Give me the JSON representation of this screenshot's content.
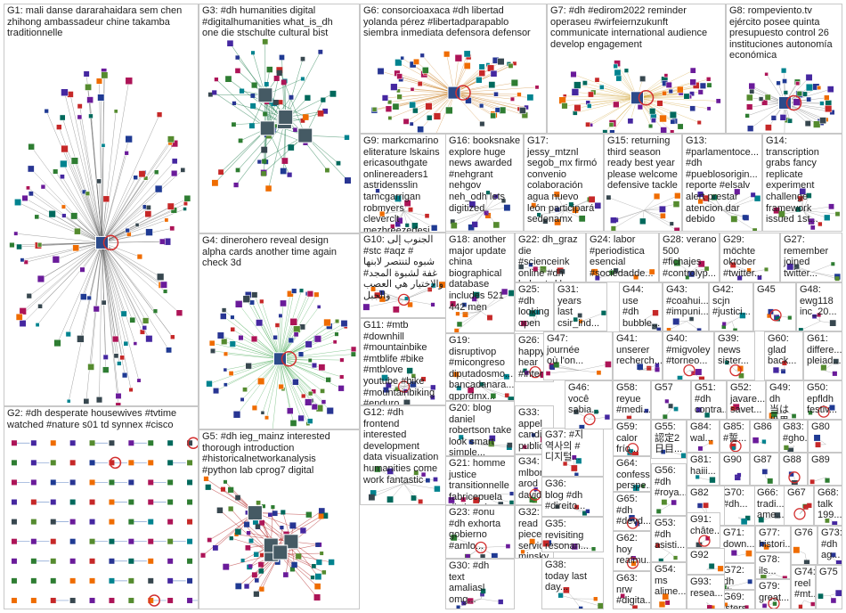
{
  "graph": {
    "groups": [
      {
        "id": "G1",
        "label": "G1: mali danse dararahaidara sem chen\nzhihong ambassadeur chine takamba\ntraditionnelle",
        "kind": "hub",
        "edge": "#555555"
      },
      {
        "id": "G2",
        "label": "G2: #dh desperate housewives #tvtime\nwatched #nature s01 td synnex #cisco",
        "kind": "grid",
        "edge": "#2a5db0"
      },
      {
        "id": "G3",
        "label": "G3: #dh humanities digital\n#digitalhumanities what_is_dh\none die stschulte cultural bist",
        "kind": "cluster",
        "edge": "#1a7a4a"
      },
      {
        "id": "G4",
        "label": "G4: dinerohero reveal design\nalpha cards another time again\ncheck 3d",
        "kind": "hub",
        "edge": "#2e9e3e"
      },
      {
        "id": "G5",
        "label": "G5: #dh ieg_mainz interested\nthorough introduction\n#historicalnetworkanalysis\n#python lab cprog7 digital",
        "kind": "cluster",
        "edge": "#b02020"
      },
      {
        "id": "G6",
        "label": "G6: consorcioaxaca #dh libertad\nyolanda pérez #libertadparapablo\nsiembra inmediata defensora defensor",
        "kind": "hub",
        "edge": "#c87a1a"
      },
      {
        "id": "G7",
        "label": "G7: #dh #edirom2022 reminder\noperaseu #wirfeiernzukunft\ncommunicate international audience\ndevelop engagement",
        "kind": "hub",
        "edge": "#d0a030"
      },
      {
        "id": "G8",
        "label": "G8: rompeviento.tv\nejército posee quinta\npresupuesto control 26\ninstituciones autonomía\neconómica",
        "kind": "hub",
        "edge": "#6a6a6a"
      },
      {
        "id": "G9",
        "label": "G9: markcmarino\neliterature lskains\nericasouthgate\nonlinereaders1\nastridensslin\ntamcgarrigan\nrobmyers\ncleverclt\nmezbreezedesi...",
        "kind": "small",
        "edge": "#888888"
      },
      {
        "id": "G10",
        "label": "G10: الجنوب إلى\n#stc #aqz #\nشبوه لتنتصر لابنها\n#غفة لشبوة المجد\nوالاختيار هي العصب\nوالجبل",
        "kind": "small",
        "edge": "#888888"
      },
      {
        "id": "G11",
        "label": "G11: #mtb\n#downhill\n#mountainbike\n#mtblife #bike\n#mtblove\nyoutube #bike\n#mountainbiking\n#enduro",
        "kind": "small",
        "edge": "#888888"
      },
      {
        "id": "G12",
        "label": "G12: #dh\nfrontend\ninterested\ndevelopment\ndata visualization\nhumanities come\nwork fantastic",
        "kind": "small",
        "edge": "#888888"
      },
      {
        "id": "G13",
        "label": "G13:\n#parlamentoce...\n#dh\n#pueblosorigin...\nreporte #elsalv\nalert prestar\natencion dar\ndebido",
        "kind": "small",
        "edge": "#888888"
      },
      {
        "id": "G14",
        "label": "G14:\ntranscription\ngrabs fancy\nreplicate\nexperiment\nchallenge\nframework\nissued 1st...",
        "kind": "small",
        "edge": "#888888"
      },
      {
        "id": "G15",
        "label": "G15: returning\nthird season\nready best year\nplease welcome\ndefensive tackle",
        "kind": "small",
        "edge": "#888888"
      },
      {
        "id": "G16",
        "label": "G16: booksnake\nexplore huge\nnews awarded\n#nehgrant\nnehgov\nneh_odh lets\ndigitized",
        "kind": "small",
        "edge": "#888888"
      },
      {
        "id": "G17",
        "label": "G17:\njessy_mtznl\nsegob_mx firmó\nconvenio\ncolaboración\nagua nuevo\nleón participará\nsedenamx",
        "kind": "small",
        "edge": "#888888"
      },
      {
        "id": "G18",
        "label": "G18: another\nmajor update\nchina\nbiographical\ndatabase\nincludes 521\n442 men",
        "kind": "small",
        "edge": "#888888"
      },
      {
        "id": "G19",
        "label": "G19:\ndisruptivop\n#micongreso\ndiputadosmo...\nbancadanara...\ngpprdmx...",
        "kind": "small",
        "edge": "#888888"
      },
      {
        "id": "G20",
        "label": "G20: blog\ndaniel\nrobertson take\nlook smart\nsimple...",
        "kind": "small",
        "edge": "#888888"
      },
      {
        "id": "G21",
        "label": "G21: homme\njustice\ntransitionnelle\nfabricepuela\ndistinguée...",
        "kind": "small",
        "edge": "#888888"
      },
      {
        "id": "G22",
        "label": "G22: dh_graz\ndie #scienceink\nonline #dh\nhelmutwklug...",
        "kind": "small",
        "edge": "#888888"
      },
      {
        "id": "G23",
        "label": "G23: #onu\n#dh exhorta\ngobierno\n#amlo...",
        "kind": "small",
        "edge": "#888888"
      },
      {
        "id": "G24",
        "label": "G24: labor\n#periodistica\nesencial\n#sociedadde...",
        "kind": "small",
        "edge": "#888888"
      },
      {
        "id": "G25",
        "label": "G25: #dh\nlooking\nopen\naccess...",
        "kind": "small",
        "edge": "#888888"
      },
      {
        "id": "G26",
        "label": "G26:\nhappy\nhear\n#interdis...",
        "kind": "small",
        "edge": "#888888"
      },
      {
        "id": "G27",
        "label": "G27:\nremember\njoined\ntwitter...",
        "kind": "small",
        "edge": "#888888"
      },
      {
        "id": "G28",
        "label": "G28: verano\n500\n#fichajes\n#controlyp...",
        "kind": "small",
        "edge": "#888888"
      },
      {
        "id": "G29",
        "label": "G29:\nmöchte\noktober\n#twitter...",
        "kind": "small",
        "edge": "#888888"
      },
      {
        "id": "G30",
        "label": "G30: #dh\ntext\namaliasl\nomg...",
        "kind": "small",
        "edge": "#888888"
      },
      {
        "id": "G31",
        "label": "G31: years\nlast\ncsir_ind...",
        "kind": "small",
        "edge": "#888888"
      },
      {
        "id": "G32",
        "label": "G32: read\npiece\nservice\nminsky...",
        "kind": "small",
        "edge": "#888888"
      },
      {
        "id": "G33",
        "label": "G33:\nappel\ncandidat...\npublicati...",
        "kind": "small",
        "edge": "#888888"
      },
      {
        "id": "G34",
        "label": "G34:\nmlbonfox\narod\ndavidorti...",
        "kind": "small",
        "edge": "#888888"
      },
      {
        "id": "G35",
        "label": "G35:\nrevisiting\nresonan...",
        "kind": "small",
        "edge": "#888888"
      },
      {
        "id": "G36",
        "label": "G36:\nblog #dh\n#direito...",
        "kind": "small",
        "edge": "#888888"
      },
      {
        "id": "G37",
        "label": "G37: #지\n역사의 #\n디지털...",
        "kind": "small",
        "edge": "#888888"
      },
      {
        "id": "G38",
        "label": "G38:\ntoday last\nday...",
        "kind": "small",
        "edge": "#888888"
      },
      {
        "id": "G39",
        "label": "G39:\nnews\nsister...",
        "kind": "small",
        "edge": "#888888"
      },
      {
        "id": "G40",
        "label": "G40:\n#migvoley\n#torneo...",
        "kind": "small",
        "edge": "#888888"
      },
      {
        "id": "G41",
        "label": "G41:\nunserer\nrecherch...",
        "kind": "small",
        "edge": "#888888"
      },
      {
        "id": "G42",
        "label": "G42:\nscjn\n#justici...",
        "kind": "small",
        "edge": "#888888"
      },
      {
        "id": "G43",
        "label": "G43:\n#coahui...\n#impuni...",
        "kind": "small",
        "edge": "#888888"
      },
      {
        "id": "G44",
        "label": "G44: use\n#dh\nbubble...",
        "kind": "small",
        "edge": "#888888"
      },
      {
        "id": "G45",
        "label": "G45",
        "kind": "small",
        "edge": "#888888"
      },
      {
        "id": "G46",
        "label": "G46:\nvocê\nsabia...",
        "kind": "small",
        "edge": "#888888"
      },
      {
        "id": "G47",
        "label": "G47:\njournée\noù l'on...",
        "kind": "small",
        "edge": "#888888"
      },
      {
        "id": "G48",
        "label": "G48:\newg118\ninc_20...",
        "kind": "small",
        "edge": "#888888"
      },
      {
        "id": "G49",
        "label": "G49: dh\n当は\n世界で...",
        "kind": "small",
        "edge": "#888888"
      },
      {
        "id": "G50",
        "label": "G50:\nepfldh\nfestiv...",
        "kind": "small",
        "edge": "#888888"
      },
      {
        "id": "G51",
        "label": "G51:\n#dh\ncontra...",
        "kind": "small",
        "edge": "#888888"
      },
      {
        "id": "G52",
        "label": "G52:\njavare...\nsavet...",
        "kind": "small",
        "edge": "#888888"
      },
      {
        "id": "G53",
        "label": "G53:\n#dh\nasisti...",
        "kind": "small",
        "edge": "#888888"
      },
      {
        "id": "G54",
        "label": "G54:\nms\nalime...",
        "kind": "small",
        "edge": "#888888"
      },
      {
        "id": "G55",
        "label": "G55:\n認定2\n日目...",
        "kind": "small",
        "edge": "#888888"
      },
      {
        "id": "G56",
        "label": "G56:\n#dh\n#roya...",
        "kind": "small",
        "edge": "#888888"
      },
      {
        "id": "G57",
        "label": "G57",
        "kind": "small",
        "edge": "#888888"
      },
      {
        "id": "G58",
        "label": "G58:\nreyue\n#medi...",
        "kind": "small",
        "edge": "#888888"
      },
      {
        "id": "G59",
        "label": "G59:\ncalor\nfrío...",
        "kind": "small",
        "edge": "#888888"
      },
      {
        "id": "G60",
        "label": "G60:\nglad\nback...",
        "kind": "small",
        "edge": "#888888"
      },
      {
        "id": "G61",
        "label": "G61:\ndiffere...\npleiad...",
        "kind": "small",
        "edge": "#888888"
      },
      {
        "id": "G62",
        "label": "G62:\nhoy\nrealmu...",
        "kind": "small",
        "edge": "#888888"
      },
      {
        "id": "G63",
        "label": "G63:\nnrw\n#digita...",
        "kind": "small",
        "edge": "#888888"
      },
      {
        "id": "G64",
        "label": "G64:\nconfess\nperspe...",
        "kind": "small",
        "edge": "#888888"
      },
      {
        "id": "G65",
        "label": "G65:\n#dh\n#devd...",
        "kind": "small",
        "edge": "#888888"
      },
      {
        "id": "G66",
        "label": "G66:\ntradi...\name...",
        "kind": "small",
        "edge": "#888888"
      },
      {
        "id": "G67",
        "label": "G67",
        "kind": "small",
        "edge": "#888888"
      },
      {
        "id": "G68",
        "label": "G68:\ntalk\n199...",
        "kind": "small",
        "edge": "#888888"
      },
      {
        "id": "G69",
        "label": "G69:\nisters...",
        "kind": "small",
        "edge": "#888888"
      },
      {
        "id": "G70",
        "label": "G70:\n#dh...",
        "kind": "small",
        "edge": "#888888"
      },
      {
        "id": "G71",
        "label": "G71:\ndown...",
        "kind": "small",
        "edge": "#888888"
      },
      {
        "id": "G72",
        "label": "G72:\ndh 中...",
        "kind": "small",
        "edge": "#888888"
      },
      {
        "id": "G73",
        "label": "G73:\n#dh\nag...",
        "kind": "small",
        "edge": "#888888"
      },
      {
        "id": "G74",
        "label": "G74:\nreel\n#mt...",
        "kind": "small",
        "edge": "#888888"
      },
      {
        "id": "G75",
        "label": "G75",
        "kind": "small",
        "edge": "#888888"
      },
      {
        "id": "G76",
        "label": "G76",
        "kind": "small",
        "edge": "#888888"
      },
      {
        "id": "G77",
        "label": "G77:\nhistori...",
        "kind": "small",
        "edge": "#888888"
      },
      {
        "id": "G78",
        "label": "G78:\nils...",
        "kind": "small",
        "edge": "#888888"
      },
      {
        "id": "G79",
        "label": "G79:\ngreat...",
        "kind": "small",
        "edge": "#888888"
      },
      {
        "id": "G80",
        "label": "G80",
        "kind": "small",
        "edge": "#888888"
      },
      {
        "id": "G81",
        "label": "G81:\nhaiii...",
        "kind": "small",
        "edge": "#888888"
      },
      {
        "id": "G82",
        "label": "G82",
        "kind": "small",
        "edge": "#888888"
      },
      {
        "id": "G83",
        "label": "G83:\n#gho...",
        "kind": "small",
        "edge": "#888888"
      },
      {
        "id": "G84",
        "label": "G84:\nwal...",
        "kind": "small",
        "edge": "#888888"
      },
      {
        "id": "G85",
        "label": "G85:\n#誓...",
        "kind": "small",
        "edge": "#888888"
      },
      {
        "id": "G86",
        "label": "G86",
        "kind": "small",
        "edge": "#888888"
      },
      {
        "id": "G87",
        "label": "G87",
        "kind": "small",
        "edge": "#888888"
      },
      {
        "id": "G88",
        "label": "G88",
        "kind": "small",
        "edge": "#888888"
      },
      {
        "id": "G89",
        "label": "G89",
        "kind": "small",
        "edge": "#888888"
      },
      {
        "id": "G90",
        "label": "G90",
        "kind": "small",
        "edge": "#888888"
      },
      {
        "id": "G91",
        "label": "G91:\nchâte...",
        "kind": "small",
        "edge": "#888888"
      },
      {
        "id": "G92",
        "label": "G92",
        "kind": "small",
        "edge": "#888888"
      },
      {
        "id": "G93",
        "label": "G93:\nresea...",
        "kind": "small",
        "edge": "#888888"
      }
    ]
  }
}
